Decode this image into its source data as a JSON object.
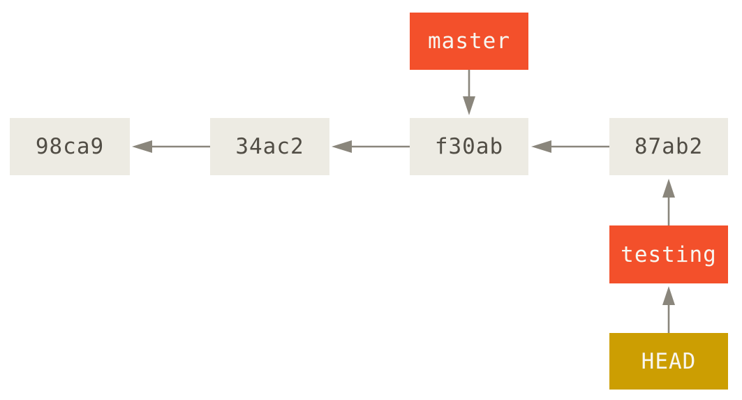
{
  "diagram": {
    "description": "Git commit history: HEAD points to the testing branch, which points to commit 87ab2; master also exists, pointing to commit f30ab; each commit points to its parent",
    "commits": [
      {
        "id": "98ca9"
      },
      {
        "id": "34ac2"
      },
      {
        "id": "f30ab"
      },
      {
        "id": "87ab2"
      }
    ],
    "refs": {
      "master": {
        "label": "master",
        "type": "branch",
        "points_to": "f30ab"
      },
      "testing": {
        "label": "testing",
        "type": "branch",
        "points_to": "87ab2"
      },
      "head": {
        "label": "HEAD",
        "type": "head",
        "points_to": "testing"
      }
    },
    "edges": [
      {
        "from": "34ac2",
        "to": "98ca9",
        "relation": "parent",
        "direction": "left"
      },
      {
        "from": "f30ab",
        "to": "34ac2",
        "relation": "parent",
        "direction": "left"
      },
      {
        "from": "87ab2",
        "to": "f30ab",
        "relation": "parent",
        "direction": "left"
      },
      {
        "from": "master",
        "to": "f30ab",
        "relation": "ref",
        "direction": "down"
      },
      {
        "from": "testing",
        "to": "87ab2",
        "relation": "ref",
        "direction": "up"
      },
      {
        "from": "HEAD",
        "to": "testing",
        "relation": "ref",
        "direction": "up"
      }
    ],
    "colors": {
      "background": "#ffffff",
      "commit_fill": "#edebe3",
      "commit_text": "#514d45",
      "branch_fill": "#f3502b",
      "branch_text": "#f8f6f0",
      "head_fill": "#cc9e02",
      "head_text": "#f8f6f0",
      "arrow": "#8a867c"
    }
  }
}
